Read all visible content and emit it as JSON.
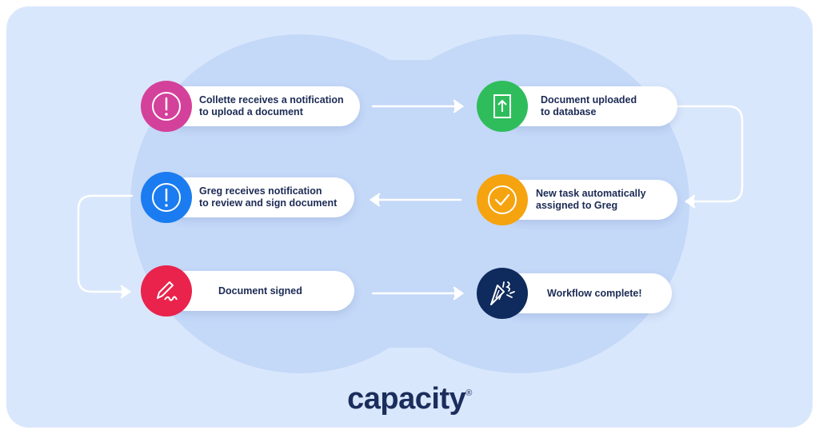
{
  "steps": [
    {
      "text_line1": "Collette receives a notification",
      "text_line2": "to upload a document",
      "icon": "alert-icon",
      "color": "#d4419b"
    },
    {
      "text_line1": "Document uploaded",
      "text_line2": "to database",
      "icon": "upload-icon",
      "color": "#2fbd5c"
    },
    {
      "text_line1": "New task automatically",
      "text_line2": "assigned to Greg",
      "icon": "check-icon",
      "color": "#f5a30f"
    },
    {
      "text_line1": "Greg receives notification",
      "text_line2": "to review and sign document",
      "icon": "alert-icon",
      "color": "#1a7cf0"
    },
    {
      "text_line1": "Document signed",
      "text_line2": "",
      "icon": "signature-icon",
      "color": "#e9234b"
    },
    {
      "text_line1": "Workflow complete!",
      "text_line2": "",
      "icon": "party-popper-icon",
      "color": "#0f2a5c"
    }
  ],
  "logo": {
    "name": "capacity",
    "mark": "®"
  }
}
